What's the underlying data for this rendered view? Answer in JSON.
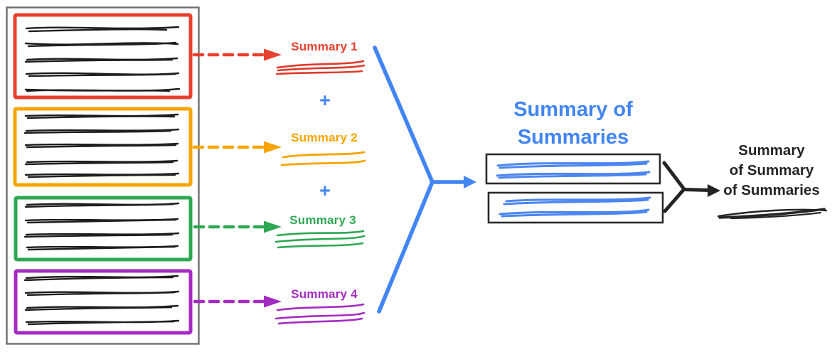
{
  "diagram": {
    "description": "Hierarchical summarization diagram: four document sections are each summarized, the summaries are combined into a summary of summaries, which is reduced to a final summary",
    "summaries": [
      {
        "label": "Summary 1",
        "color": "#E8402F"
      },
      {
        "label": "Summary 2",
        "color": "#F7A400"
      },
      {
        "label": "Summary 3",
        "color": "#2EA853"
      },
      {
        "label": "Summary 4",
        "color": "#A42BC2"
      }
    ],
    "plus": "+",
    "merge_title": {
      "line1": "Summary of",
      "line2": "Summaries"
    },
    "final_label": {
      "line1": "Summary",
      "line2": "of Summary",
      "line3": "of Summaries"
    },
    "colors": {
      "red": "#E8402F",
      "yellow": "#F7A400",
      "green": "#2EA853",
      "purple": "#A42BC2",
      "blue": "#4285F4",
      "ink": "#242424",
      "document_border": "#6e6e6e"
    }
  }
}
